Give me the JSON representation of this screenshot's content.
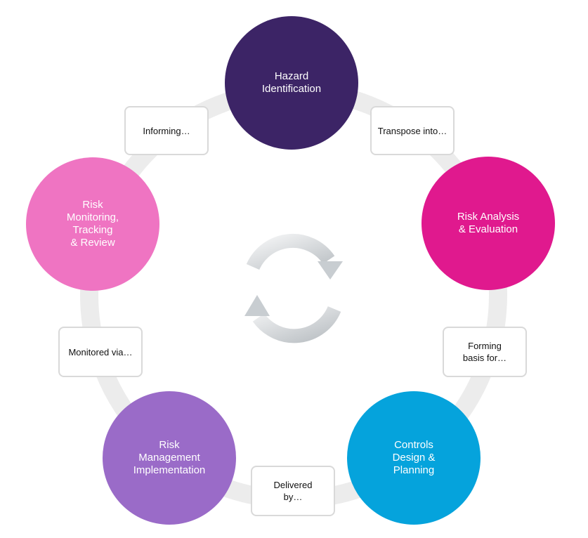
{
  "colors": {
    "ring": "#ececec",
    "hazard": "#3c2466",
    "analysis": "#e0198e",
    "controls": "#05a3dc",
    "implementation": "#9a6bc8",
    "monitoring": "#ef74c2",
    "cycle_icon": "#cfd3d6"
  },
  "nodes": {
    "hazard": "Hazard\nIdentification",
    "analysis": "Risk Analysis\n& Evaluation",
    "controls": "Controls\nDesign &\nPlanning",
    "implementation": "Risk\nManagement\nImplementation",
    "monitoring": "Risk\nMonitoring,\nTracking\n& Review"
  },
  "connectors": {
    "transpose": "Transpose into…",
    "forming": "Forming\nbasis for…",
    "delivered": "Delivered\nby…",
    "monitored": "Monitored via…",
    "informing": "Informing…"
  },
  "icons": {
    "center": "refresh-cycle-icon"
  }
}
